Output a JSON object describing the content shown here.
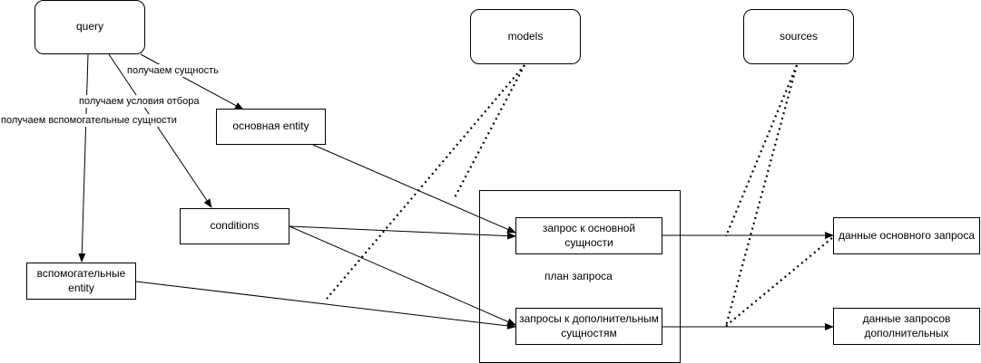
{
  "nodes": {
    "query": "query",
    "models": "models",
    "sources": "sources",
    "main_entity": "основная entity",
    "conditions": "conditions",
    "aux_entity": "вспомогательные entity",
    "plan_title": "план запроса",
    "main_query": "запрос к основной сущности",
    "extra_queries": "запросы к дополнительным сущностям",
    "main_data": "данные основного запроса",
    "extra_data": "данные запросов дополнительных"
  },
  "edge_labels": {
    "get_entity": "получаем  сущность",
    "get_conditions": "получаем  условия отбора",
    "get_aux": "получаем  вспомогательные сущности"
  }
}
